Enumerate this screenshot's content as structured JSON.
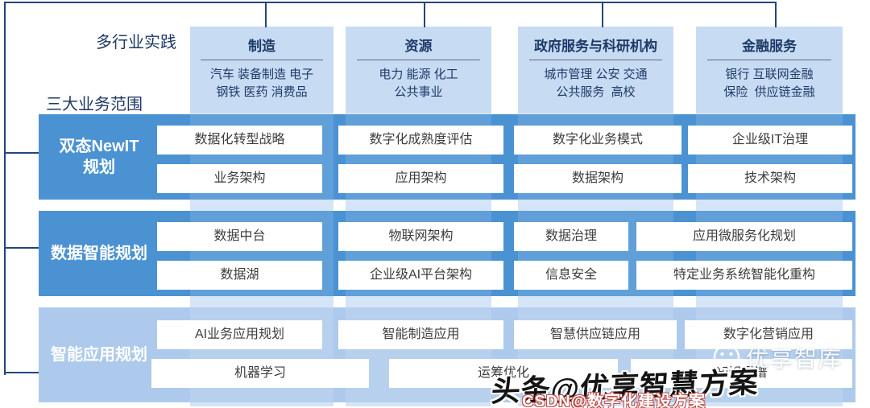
{
  "colors": {
    "connector_navy": "#24457E",
    "text_navy": "#1F3864",
    "header_box_bg": "#C7DBF3",
    "column_strip": "#D0E1F5",
    "band_blue": "#4B92D3",
    "band_light_blue": "#ADCAEC",
    "item_box_bg": "#FFFFFF",
    "item_text": "#3D3D3D",
    "csdn_red": "#C14B45"
  },
  "labels": {
    "industries": "多行业实践",
    "scopes": "三大业务范围"
  },
  "columns": [
    {
      "title": "制造",
      "line1": "汽车 装备制造 电子",
      "line2": "钢铁 医药 消费品"
    },
    {
      "title": "资源",
      "line1": "电力 能源 化工",
      "line2": "公共事业"
    },
    {
      "title": "政府服务与科研机构",
      "line1": "城市管理 公安 交通",
      "line2": "公共服务  高校"
    },
    {
      "title": "金融服务",
      "line1": "银行 互联网金融",
      "line2": "保险  供应链金融"
    }
  ],
  "bands": [
    {
      "label_line1": "双态NewIT",
      "label_line2": "规划",
      "items": [
        "数据化转型战略",
        "数字化成熟度评估",
        "数字化业务模式",
        "企业级IT治理",
        "业务架构",
        "应用架构",
        "数据架构",
        "技术架构"
      ]
    },
    {
      "label_line1": "数据智能规划",
      "items": [
        "数据中台",
        "物联网架构",
        "数据治理",
        "应用微服务化规划",
        "数据湖",
        "企业级AI平台架构",
        "信息安全",
        "特定业务系统智能化重构"
      ]
    },
    {
      "label_line1": "智能应用规划",
      "row1": [
        "AI业务应用规划",
        "智能制造应用",
        "智慧供应链应用",
        "数字化营销应用"
      ],
      "row2": [
        "机器学习",
        "运筹优化",
        "知识图谱"
      ]
    }
  ],
  "watermarks": {
    "brand": "优享智库",
    "toutiao": "头条@优享智慧方案",
    "csdn": "CSDN@数字化建设方案"
  }
}
